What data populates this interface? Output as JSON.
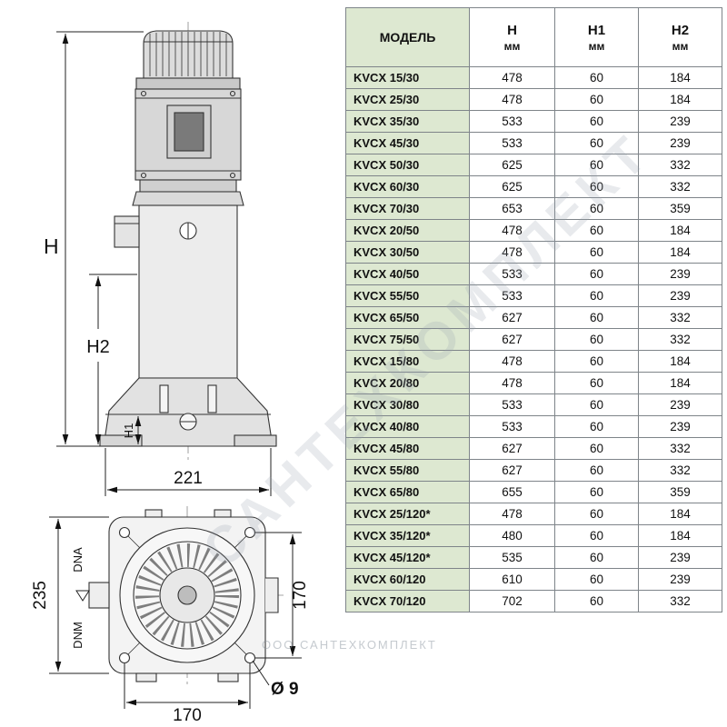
{
  "table": {
    "header": {
      "model": "МОДЕЛЬ",
      "h": "H",
      "h1": "H1",
      "h2": "H2",
      "unit_mm": "мм"
    },
    "rows": [
      [
        "KVCX 15/30",
        "478",
        "60",
        "184"
      ],
      [
        "KVCX 25/30",
        "478",
        "60",
        "184"
      ],
      [
        "KVCX 35/30",
        "533",
        "60",
        "239"
      ],
      [
        "KVCX 45/30",
        "533",
        "60",
        "239"
      ],
      [
        "KVCX 50/30",
        "625",
        "60",
        "332"
      ],
      [
        "KVCX 60/30",
        "625",
        "60",
        "332"
      ],
      [
        "KVCX 70/30",
        "653",
        "60",
        "359"
      ],
      [
        "KVCX 20/50",
        "478",
        "60",
        "184"
      ],
      [
        "KVCX 30/50",
        "478",
        "60",
        "184"
      ],
      [
        "KVCX 40/50",
        "533",
        "60",
        "239"
      ],
      [
        "KVCX 55/50",
        "533",
        "60",
        "239"
      ],
      [
        "KVCX 65/50",
        "627",
        "60",
        "332"
      ],
      [
        "KVCX 75/50",
        "627",
        "60",
        "332"
      ],
      [
        "KVCX 15/80",
        "478",
        "60",
        "184"
      ],
      [
        "KVCX 20/80",
        "478",
        "60",
        "184"
      ],
      [
        "KVCX 30/80",
        "533",
        "60",
        "239"
      ],
      [
        "KVCX 40/80",
        "533",
        "60",
        "239"
      ],
      [
        "KVCX 45/80",
        "627",
        "60",
        "332"
      ],
      [
        "KVCX 55/80",
        "627",
        "60",
        "332"
      ],
      [
        "KVCX 65/80",
        "655",
        "60",
        "359"
      ],
      [
        "KVCX 25/120*",
        "478",
        "60",
        "184"
      ],
      [
        "KVCX 35/120*",
        "480",
        "60",
        "184"
      ],
      [
        "KVCX 45/120*",
        "535",
        "60",
        "239"
      ],
      [
        "KVCX 60/120",
        "610",
        "60",
        "239"
      ],
      [
        "KVCX 70/120",
        "702",
        "60",
        "332"
      ]
    ]
  },
  "drawing": {
    "dim_h": "H",
    "dim_h1": "H1",
    "dim_h2": "H2",
    "dim_width_front": "221",
    "dim_depth": "235",
    "dim_side": "170",
    "dim_bottom": "170",
    "dim_hole": "Ø 9",
    "label_dna": "DNA",
    "label_dnm": "DNM"
  },
  "watermark": {
    "diagonal": "САНТЕХКОМПЛЕКТ",
    "footer": "ООО САНТЕХКОМПЛЕКТ"
  }
}
